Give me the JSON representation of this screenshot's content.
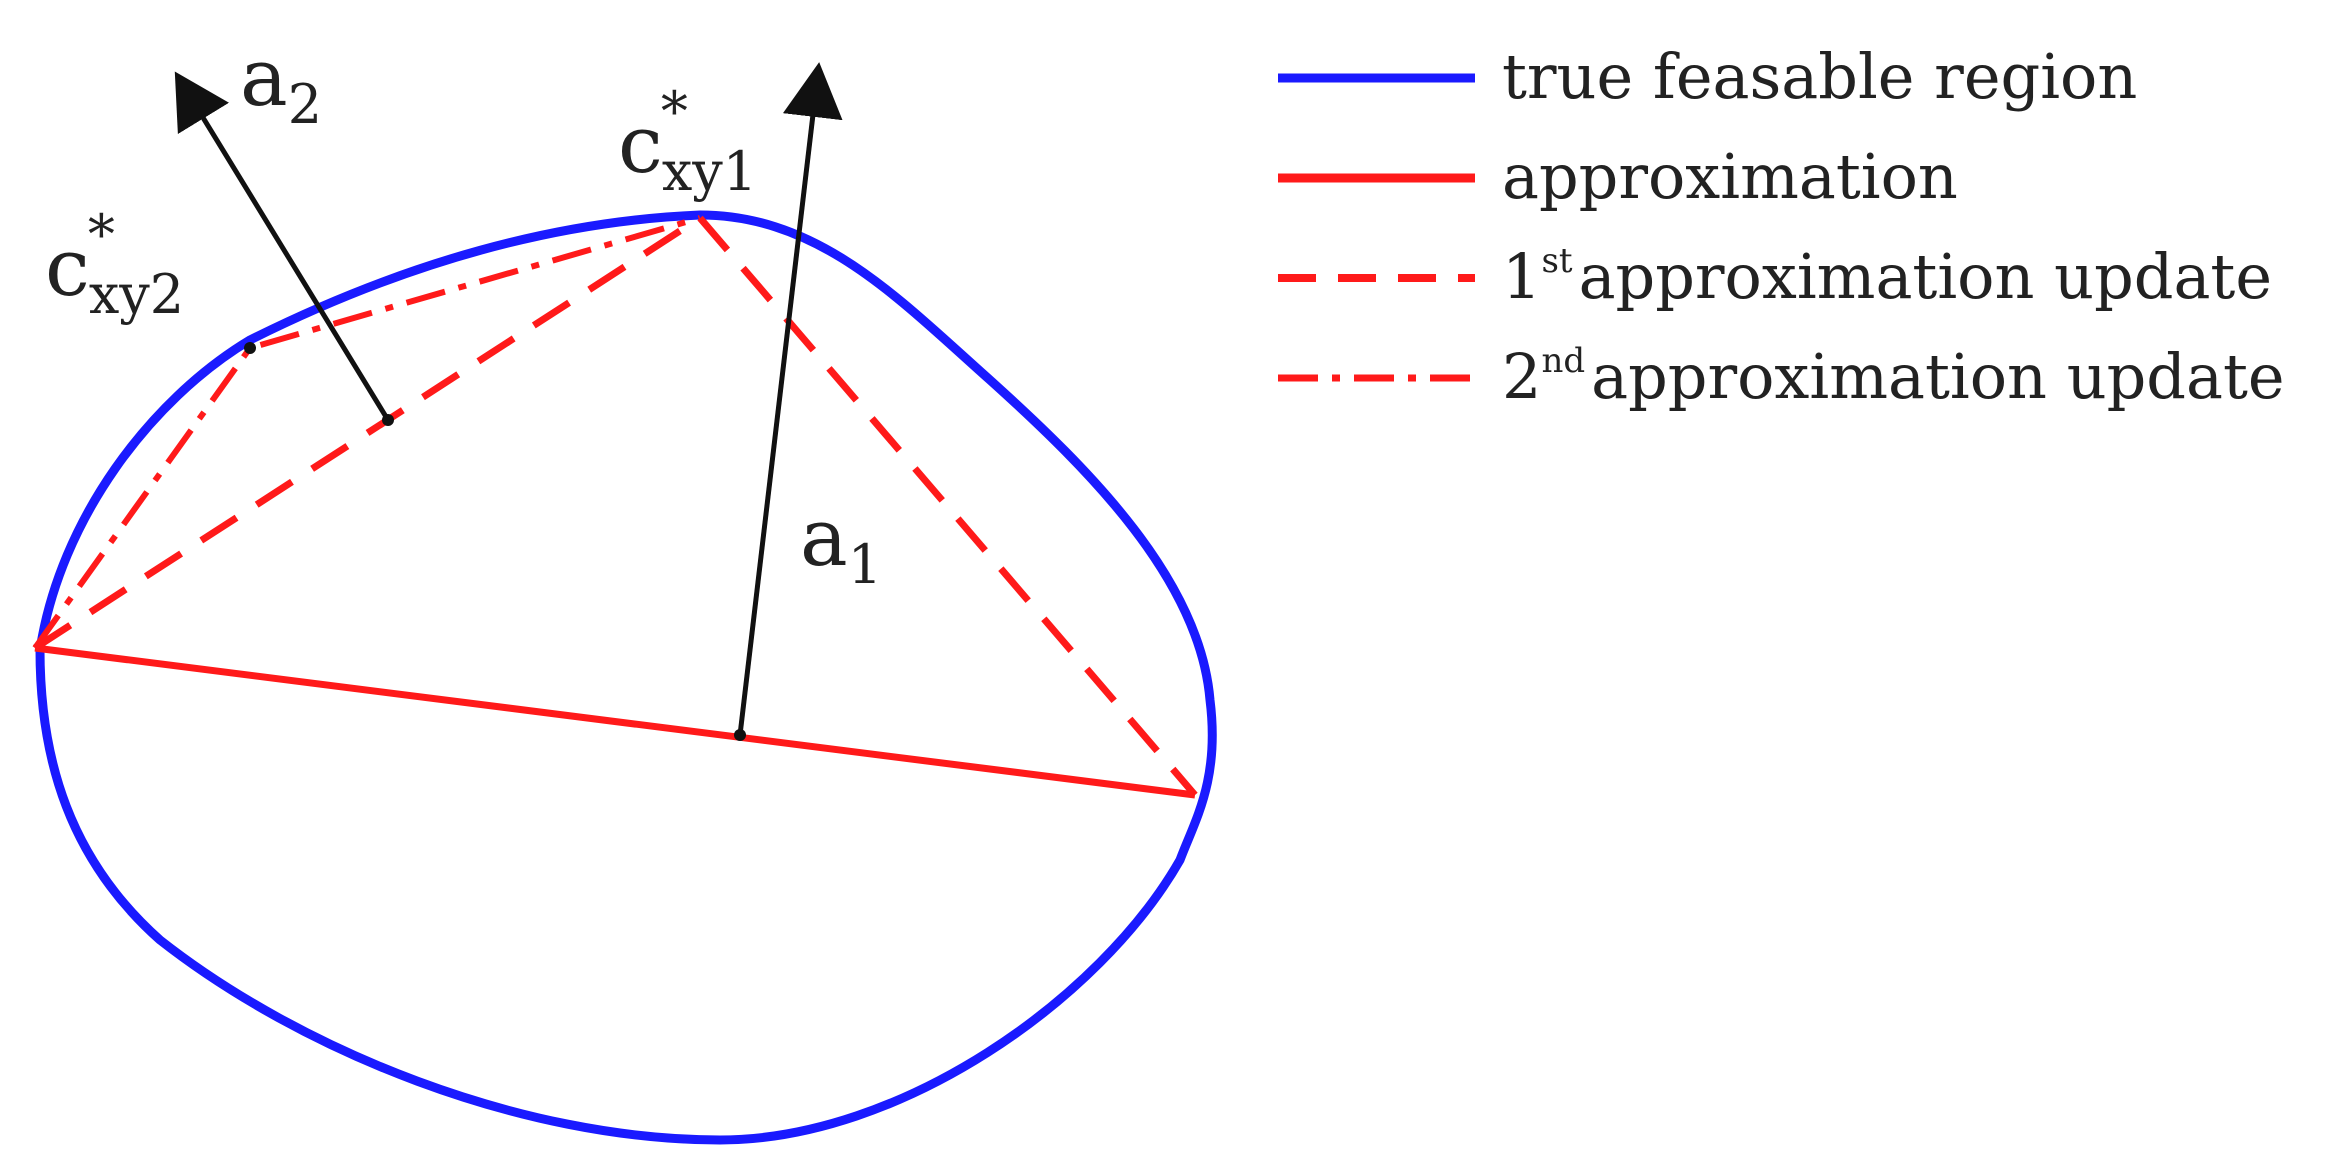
{
  "colors": {
    "region": "#1a1aff",
    "approximation": "#ff1a1a",
    "vector": "#111111",
    "text": "#222222"
  },
  "labels": {
    "a1": {
      "main": "a",
      "sub": "1"
    },
    "a2": {
      "main": "a",
      "sub": "2"
    },
    "c1": {
      "main": "c",
      "sup": "*",
      "sub": "xy1"
    },
    "c2": {
      "main": "c",
      "sup": "*",
      "sub": "xy2"
    }
  },
  "legend": {
    "entries": [
      {
        "text": "true feasable region",
        "sup": "",
        "style": "solid",
        "color": "#1a1aff"
      },
      {
        "text": "approximation",
        "sup": "",
        "style": "solid",
        "color": "#ff1a1a"
      },
      {
        "text": "approximation update",
        "prefix": "1",
        "sup": "st",
        "style": "dashed",
        "color": "#ff1a1a"
      },
      {
        "text": "approximation update",
        "prefix": "2",
        "sup": "nd",
        "style": "dashdot",
        "color": "#ff1a1a"
      }
    ]
  }
}
